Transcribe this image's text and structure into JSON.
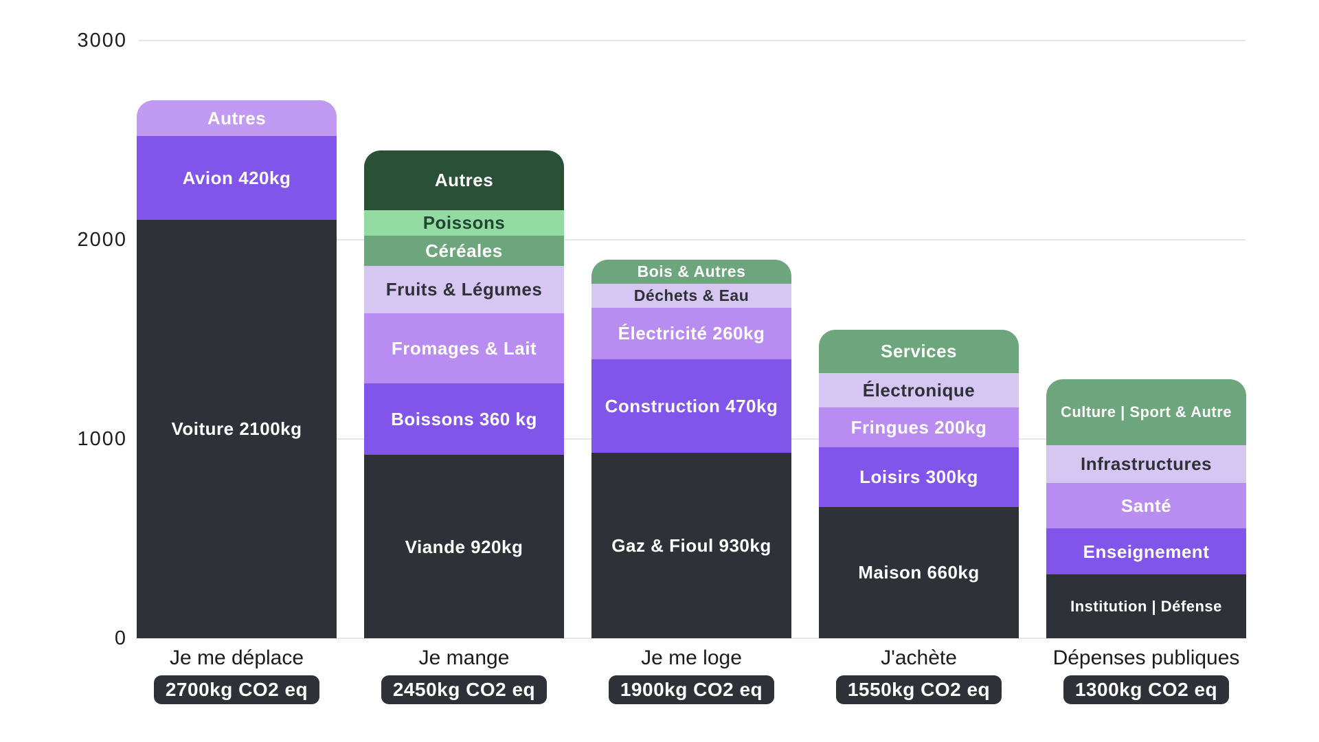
{
  "chart_data": {
    "type": "bar",
    "stacked": true,
    "title": "",
    "unit": "kg CO2 eq",
    "ylim": [
      0,
      3000
    ],
    "yticks": [
      "3000",
      "2000",
      "1000",
      "0"
    ],
    "grid": true,
    "legend": "none",
    "categories": [
      "Je me déplace",
      "Je mange",
      "Je me loge",
      "J'achète",
      "Dépenses publiques"
    ],
    "totals": [
      "2700kg CO2 eq",
      "2450kg CO2 eq",
      "1900kg CO2 eq",
      "1550kg CO2 eq",
      "1300kg CO2 eq"
    ],
    "bars": [
      {
        "category": "Je me déplace",
        "total_kg": 2700,
        "total_label": "2700kg CO2 eq",
        "segments": [
          {
            "label": "Autres",
            "value": 180,
            "color": "purple_soft",
            "text": "light"
          },
          {
            "label": "Avion 420kg",
            "value": 420,
            "color": "purple",
            "text": "light"
          },
          {
            "label": "Voiture 2100kg",
            "value": 2100,
            "color": "charcoal",
            "text": "light"
          }
        ]
      },
      {
        "category": "Je mange",
        "total_kg": 2450,
        "total_label": "2450kg CO2 eq",
        "segments": [
          {
            "label": "Autres",
            "value": 300,
            "color": "green_dark",
            "text": "light"
          },
          {
            "label": "Poissons",
            "value": 130,
            "color": "green_light",
            "text": "dark_green"
          },
          {
            "label": "Céréales",
            "value": 150,
            "color": "green_mid",
            "text": "light"
          },
          {
            "label": "Fruits & Légumes",
            "value": 240,
            "color": "lavender_pale",
            "text": "dark"
          },
          {
            "label": "Fromages & Lait",
            "value": 350,
            "color": "lavender",
            "text": "light"
          },
          {
            "label": "Boissons 360 kg",
            "value": 360,
            "color": "purple",
            "text": "light"
          },
          {
            "label": "Viande 920kg",
            "value": 920,
            "color": "charcoal",
            "text": "light"
          }
        ]
      },
      {
        "category": "Je me loge",
        "total_kg": 1900,
        "total_label": "1900kg CO2 eq",
        "segments": [
          {
            "label": "Bois & Autres",
            "value": 120,
            "color": "green_mid",
            "text": "light"
          },
          {
            "label": "Déchets & Eau",
            "value": 120,
            "color": "lavender_pale",
            "text": "dark"
          },
          {
            "label": "Électricité 260kg",
            "value": 260,
            "color": "lavender",
            "text": "light"
          },
          {
            "label": "Construction 470kg",
            "value": 470,
            "color": "purple",
            "text": "light"
          },
          {
            "label": "Gaz & Fioul 930kg",
            "value": 930,
            "color": "charcoal",
            "text": "light"
          }
        ]
      },
      {
        "category": "J'achète",
        "total_kg": 1550,
        "total_label": "1550kg CO2 eq",
        "segments": [
          {
            "label": "Services",
            "value": 220,
            "color": "green_mid",
            "text": "light"
          },
          {
            "label": "Électronique",
            "value": 170,
            "color": "lavender_pale",
            "text": "dark"
          },
          {
            "label": "Fringues 200kg",
            "value": 200,
            "color": "lavender",
            "text": "light"
          },
          {
            "label": "Loisirs 300kg",
            "value": 300,
            "color": "purple",
            "text": "light"
          },
          {
            "label": "Maison 660kg",
            "value": 660,
            "color": "charcoal",
            "text": "light"
          }
        ]
      },
      {
        "category": "Dépenses publiques",
        "total_kg": 1300,
        "total_label": "1300kg CO2 eq",
        "segments": [
          {
            "label": "Culture | Sport & Autre",
            "value": 330,
            "color": "green_mid",
            "text": "light"
          },
          {
            "label": "Infrastructures",
            "value": 190,
            "color": "lavender_pale",
            "text": "dark"
          },
          {
            "label": "Santé",
            "value": 230,
            "color": "lavender",
            "text": "light"
          },
          {
            "label": "Enseignement",
            "value": 230,
            "color": "purple",
            "text": "light"
          },
          {
            "label": "Institution | Défense",
            "value": 320,
            "color": "charcoal",
            "text": "light"
          }
        ]
      }
    ]
  },
  "palette": {
    "charcoal": "#2e3137",
    "purple": "#8155e9",
    "lavender": "#b88cf0",
    "lavender_pale": "#d6c6f2",
    "purple_soft": "#c09af3",
    "green_dark": "#2a5138",
    "green_light": "#93dba3",
    "green_mid": "#6da57c",
    "gridline": "#e6e6e6",
    "text_light": "#ffffff",
    "text_dark": "#2e3137",
    "text_dark_green": "#1f4631",
    "badge_bg": "#2e3137",
    "badge_text": "#ffffff"
  }
}
